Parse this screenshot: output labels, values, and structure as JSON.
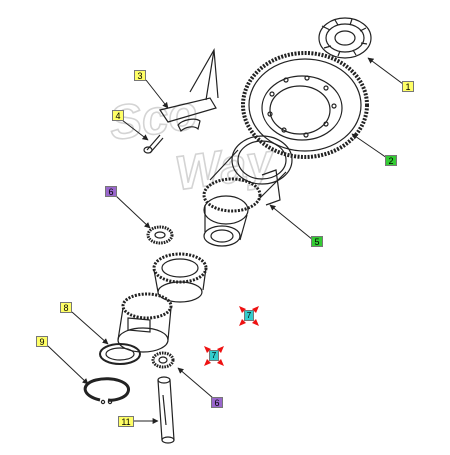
{
  "colors": {
    "yellow": "#ffff66",
    "green": "#33cc33",
    "purple": "#9966cc",
    "cyan": "#33cccc",
    "red": "#ee1111",
    "line": "#222222",
    "watermark": "#d8d8d8"
  },
  "watermark": {
    "line1": "Sco",
    "line2": "Way"
  },
  "callouts": [
    {
      "id": "c1",
      "label": "1",
      "color": "yellow"
    },
    {
      "id": "c2",
      "label": "2",
      "color": "green"
    },
    {
      "id": "c3",
      "label": "3",
      "color": "yellow"
    },
    {
      "id": "c4",
      "label": "4",
      "color": "yellow"
    },
    {
      "id": "c5",
      "label": "5",
      "color": "green"
    },
    {
      "id": "c6a",
      "label": "6",
      "color": "purple"
    },
    {
      "id": "c6b",
      "label": "6",
      "color": "purple"
    },
    {
      "id": "c7a",
      "label": "7",
      "color": "cyan"
    },
    {
      "id": "c7b",
      "label": "7",
      "color": "cyan"
    },
    {
      "id": "c8",
      "label": "8",
      "color": "yellow"
    },
    {
      "id": "c9",
      "label": "9",
      "color": "yellow"
    },
    {
      "id": "c11",
      "label": "11",
      "color": "yellow"
    }
  ]
}
